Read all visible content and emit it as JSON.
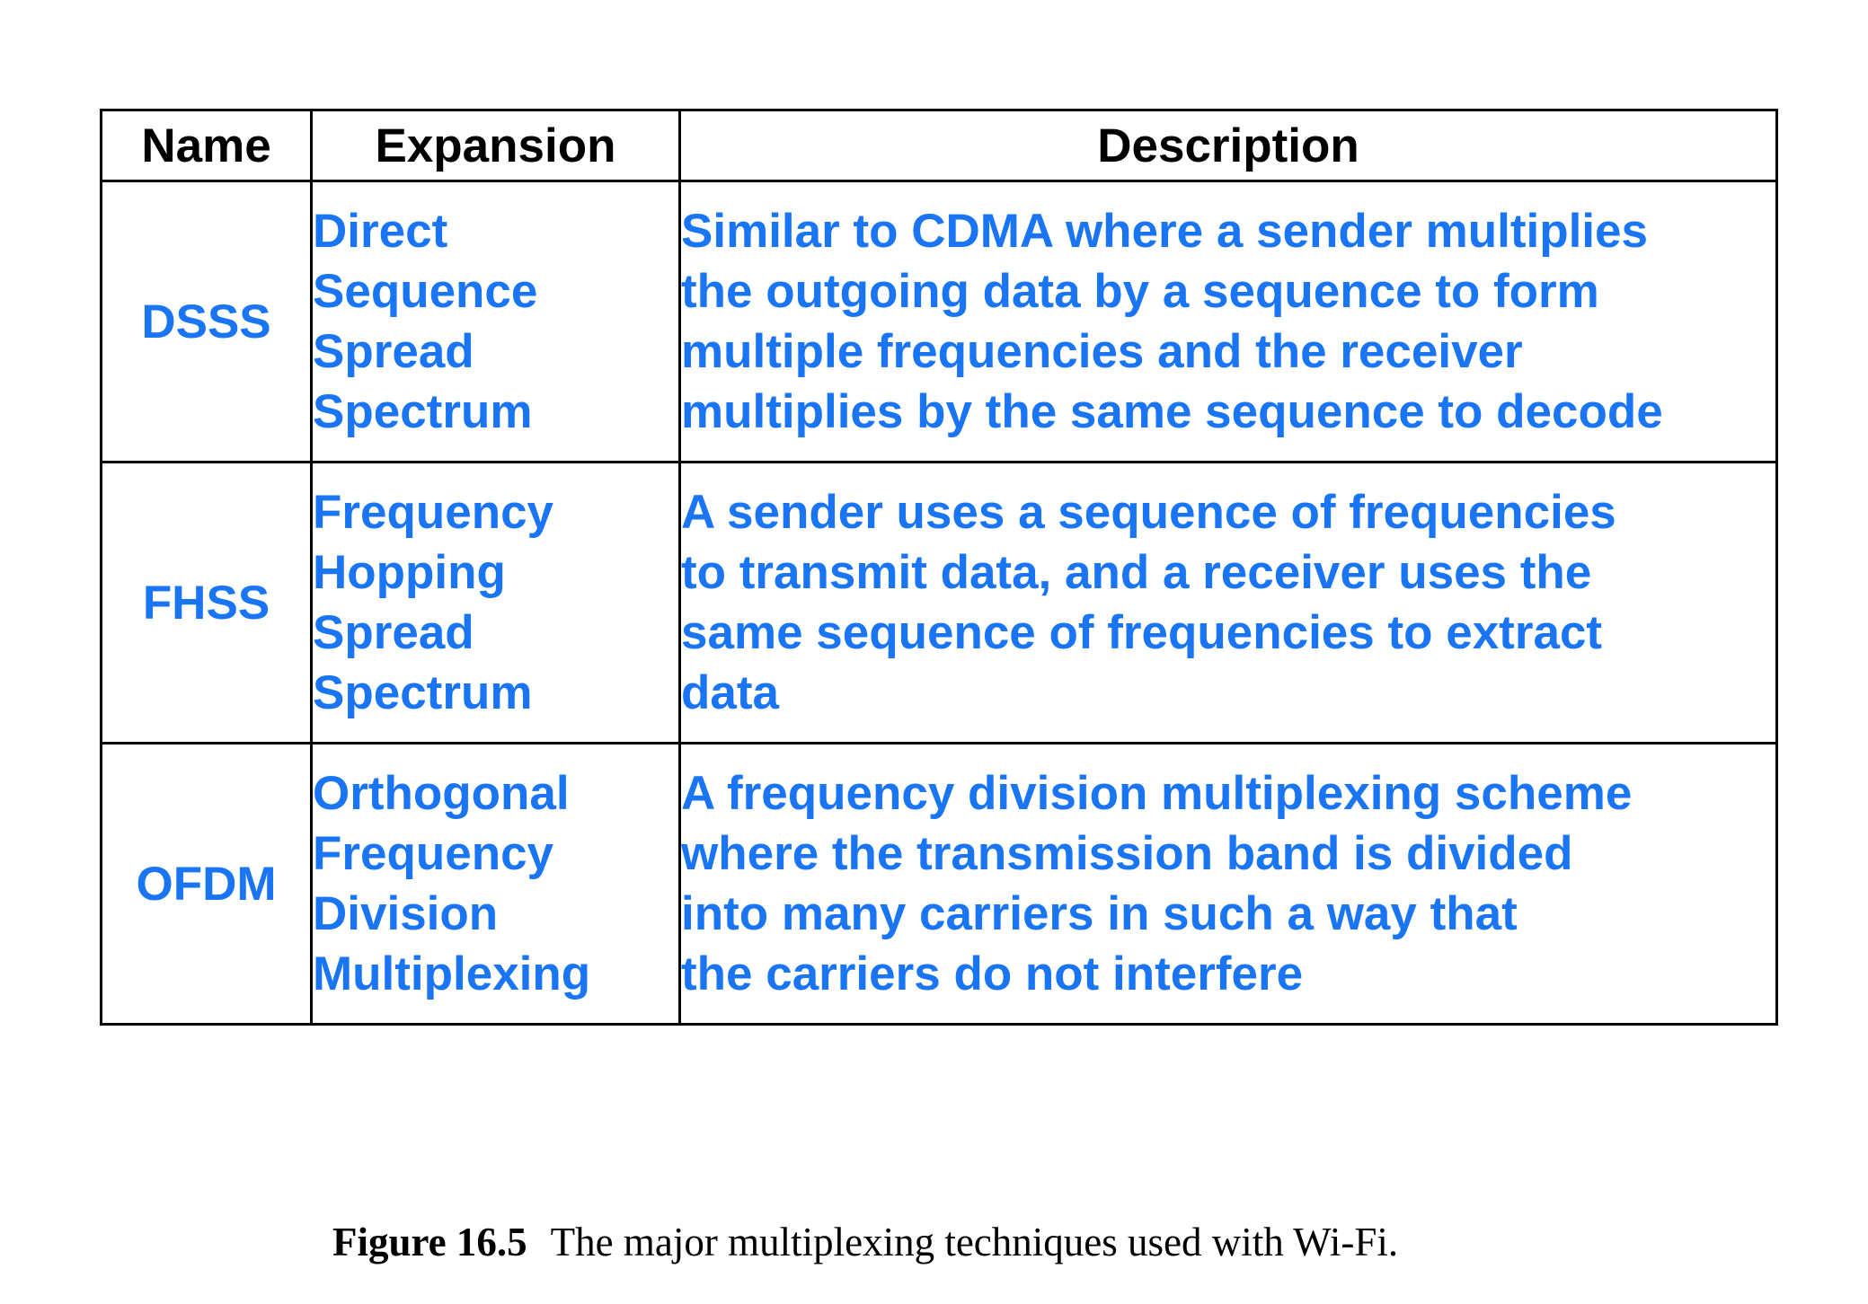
{
  "table": {
    "headers": [
      "Name",
      "Expansion",
      "Description"
    ],
    "rows": [
      {
        "name": "DSSS",
        "expansion": [
          "Direct",
          "Sequence",
          "Spread",
          "Spectrum"
        ],
        "description": [
          "Similar to CDMA where a sender multiplies",
          "the outgoing data by a sequence to form",
          "multiple frequencies and the receiver",
          "multiplies by the same sequence to decode"
        ]
      },
      {
        "name": "FHSS",
        "expansion": [
          "Frequency",
          "Hopping",
          "Spread",
          "Spectrum"
        ],
        "description": [
          "A sender uses a sequence of frequencies",
          "to transmit data, and a receiver uses the",
          "same sequence of frequencies to extract",
          "data"
        ]
      },
      {
        "name": "OFDM",
        "expansion": [
          "Orthogonal",
          "Frequency",
          "Division",
          "Multiplexing"
        ],
        "description": [
          "A frequency division multiplexing scheme",
          "where the transmission band is divided",
          "into many carriers in such a way that",
          "the carriers do not interfere"
        ]
      }
    ]
  },
  "caption": {
    "label": "Figure 16.5",
    "text": "The major multiplexing techniques used with Wi-Fi."
  },
  "colors": {
    "body_text": "#1a75f5",
    "header_text": "#000000",
    "border": "#000000"
  }
}
